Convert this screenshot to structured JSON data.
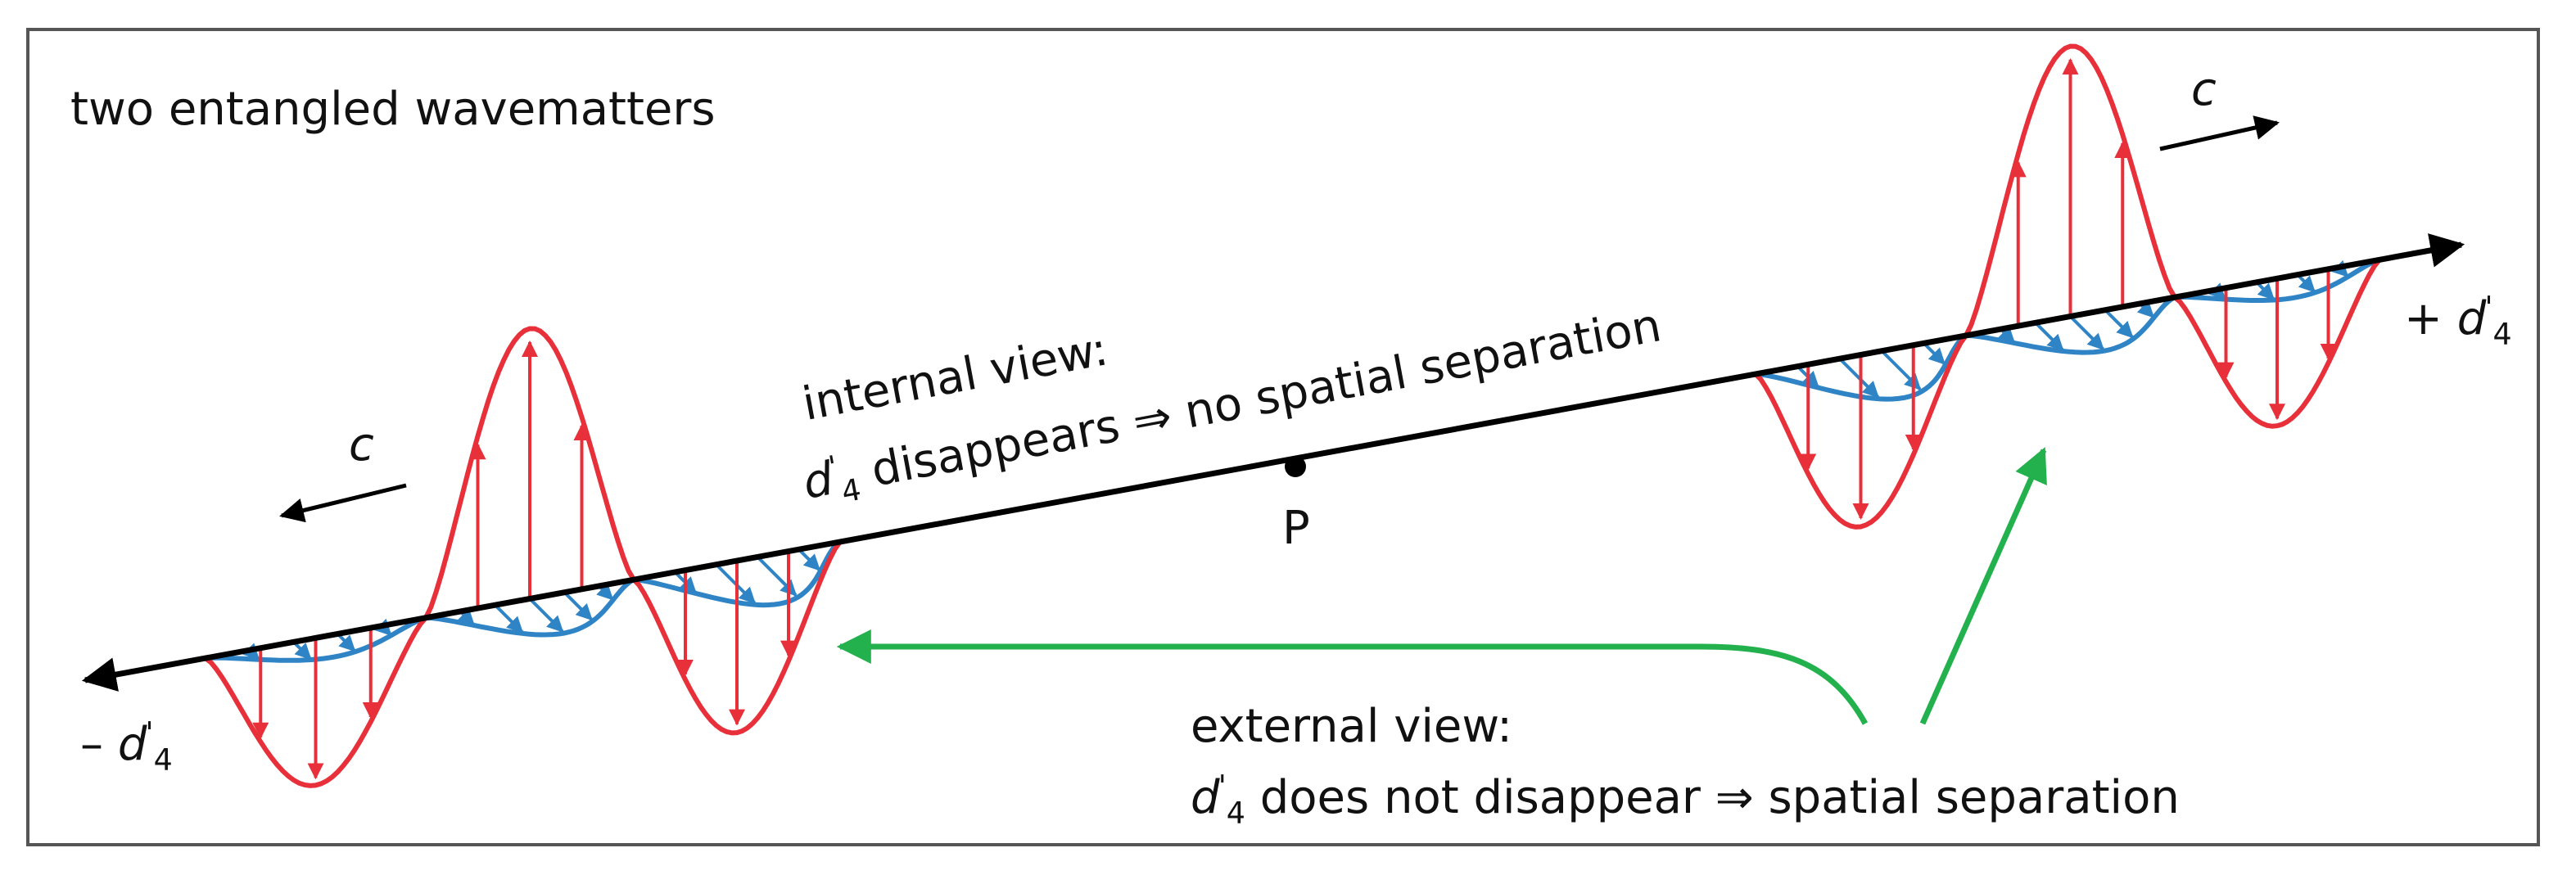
{
  "title": "two entangled wavematters",
  "internal_view": {
    "heading": "internal view:",
    "var": "d",
    "sub": "4",
    "prime": "'",
    "text": "disappears",
    "implies": "⇒",
    "result": "no spatial separation"
  },
  "external_view": {
    "heading": "external view:",
    "var": "d",
    "sub": "4",
    "prime": "'",
    "text": "does not disappear",
    "implies": "⇒",
    "result": "spatial separation"
  },
  "point_label": "P",
  "axis": {
    "neg_sign": "–",
    "pos_sign": "+",
    "var": "d",
    "sub": "4",
    "prime": "'"
  },
  "speed_label": "c",
  "colors": {
    "axis": "#000000",
    "red_wave": "#e8303a",
    "blue_wave": "#2f84c6",
    "green_arrow": "#22b14c",
    "frame": "#555555"
  }
}
